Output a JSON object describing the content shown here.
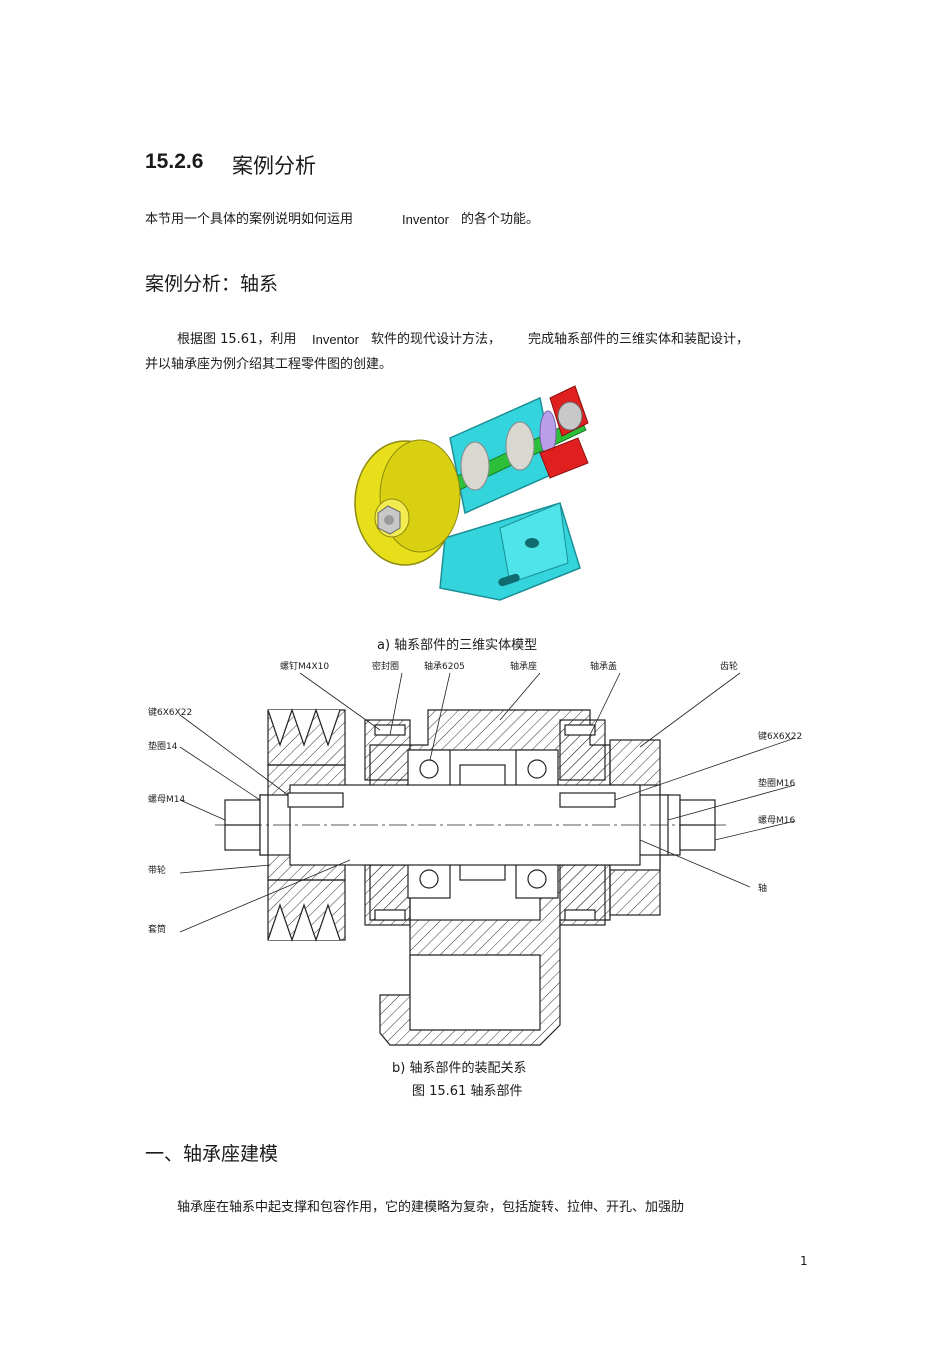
{
  "section": {
    "number": "15.2.6",
    "title": "案例分析"
  },
  "intro": {
    "text_before": "本节用一个具体的案例说明如何运用",
    "software": "Inventor",
    "text_after": "的各个功能。"
  },
  "case_heading": "案例分析：轴系",
  "para1": {
    "line1_a": "根据图 15.61，利用",
    "line1_b": "Inventor",
    "line1_c": "软件的现代设计方法，",
    "line1_d": "完成轴系部件的三维实体和装配设计，",
    "line2": "并以轴承座为例介绍其工程零件图的创建。"
  },
  "figure_a_caption": "a)  轴系部件的三维实体模型",
  "callouts": {
    "screw": "螺钉M4X10",
    "seal": "密封圈",
    "bearing": "轴承6205",
    "housing": "轴承座",
    "cover": "轴承盖",
    "gear": "齿轮",
    "key_left": "键6X6X22",
    "washer14": "垫圈14",
    "nut14": "螺母M14",
    "pulley": "带轮",
    "sleeve": "套筒",
    "key_right": "键6X6X22",
    "washer16": "垫圈M16",
    "nut16": "螺母M16",
    "shaft": "轴"
  },
  "figure_b_caption": "b)  轴系部件的装配关系",
  "figure_caption": "图 15.61   轴系部件",
  "section_one_heading": "一、轴承座建模",
  "para2": "轴承座在轴系中起支撑和包容作用，它的建模略为复杂，包括旋转、拉伸、开孔、加强肋",
  "page_number": "1",
  "colors": {
    "cyan": "#33d4dc",
    "yellow": "#e6df1a",
    "red": "#e02020",
    "green": "#2bbf3a",
    "violet": "#b9a0e8"
  }
}
